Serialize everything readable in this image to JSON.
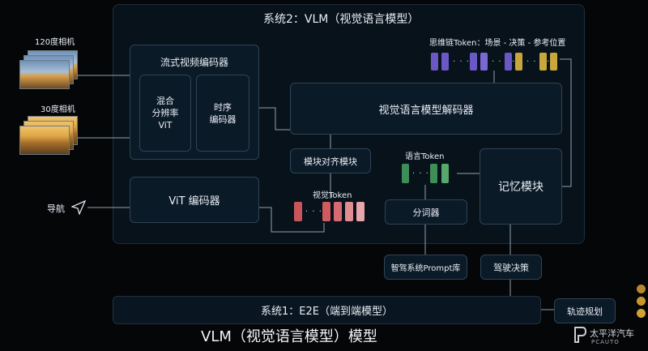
{
  "system2": {
    "title": "系统2：VLM（视觉语言模型）"
  },
  "system1": {
    "title": "系统1：E2E（端到端模型）"
  },
  "caption": "VLM（视觉语言模型）模型",
  "inputs": {
    "cam120": "120度相机",
    "cam30": "30度相机",
    "nav": "导航"
  },
  "modules": {
    "stream_encoder": "流式视频编码器",
    "mixed_vit": [
      "混合",
      "分辨率",
      "ViT"
    ],
    "temporal_encoder": [
      "时序",
      "编码器"
    ],
    "vit_encoder": "ViT 编码器",
    "decoder": "视觉语言模型解码器",
    "align": "模块对齐模块",
    "memory": "记忆模块",
    "tokenizer": "分词器",
    "prompt_lib": "智驾系统Prompt库",
    "driving_decision": "驾驶决策",
    "trajectory": "轨迹规划"
  },
  "tokens": {
    "cot_label": "思维链Token：场景 - 决策 - 参考位置",
    "lang_label": "语言Token",
    "visual_label": "视觉Token",
    "ellipsis": "· · · ·"
  },
  "watermark": {
    "brand": "太平洋汽车",
    "sub": "PCAUTO"
  },
  "colors": {
    "cot_purple": "#6a58c4",
    "cot_gold": "#c9a63c",
    "lang_green": "#3e8e57",
    "visual_red": "#c9555a"
  }
}
